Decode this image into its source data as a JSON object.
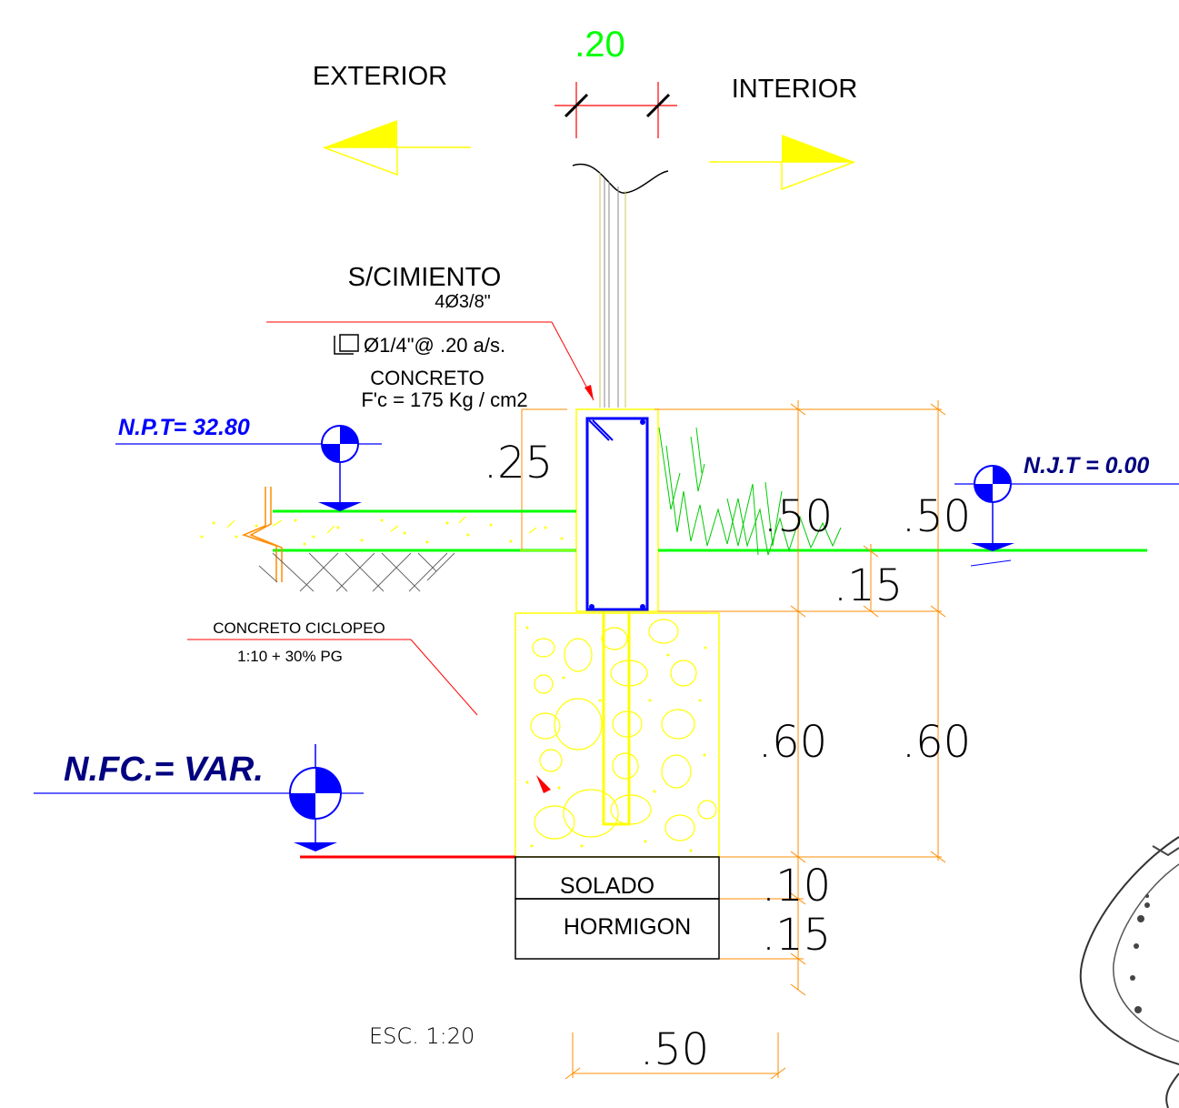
{
  "labels": {
    "wall_width": ".20",
    "exterior": "EXTERIOR",
    "interior": "INTERIOR",
    "sobrecimiento": "S/CIMIENTO",
    "rebar_long": "4Ø3/8\"",
    "rebar_stirrup": "Ø1/4\"@ .20 a/s.",
    "concrete": "CONCRETO",
    "concrete_strength": "F'c = 175 Kg / cm2",
    "npt": "N.P.T= 32.80",
    "njt": "N.J.T = 0.00",
    "nfc": "N.FC.= VAR.",
    "ciclopeo": "CONCRETO CICLOPEO",
    "ciclopeo_mix": "1:10 + 30% PG",
    "solado": "SOLADO",
    "hormigon": "HORMIGON",
    "scale": "ESC. 1:20"
  },
  "dimensions": {
    "d_25": ".25",
    "d_50_a": ".50",
    "d_50_b": ".50",
    "d_15_a": ".15",
    "d_60_a": ".60",
    "d_60_b": ".60",
    "d_10": ".10",
    "d_15_b": ".15",
    "d_50_base": ".50"
  },
  "colors": {
    "green": "#00ff00",
    "yellow": "#ffff00",
    "blue": "#0000ff",
    "red": "#ff0000",
    "orange": "#ff8c00",
    "black": "#000000"
  }
}
